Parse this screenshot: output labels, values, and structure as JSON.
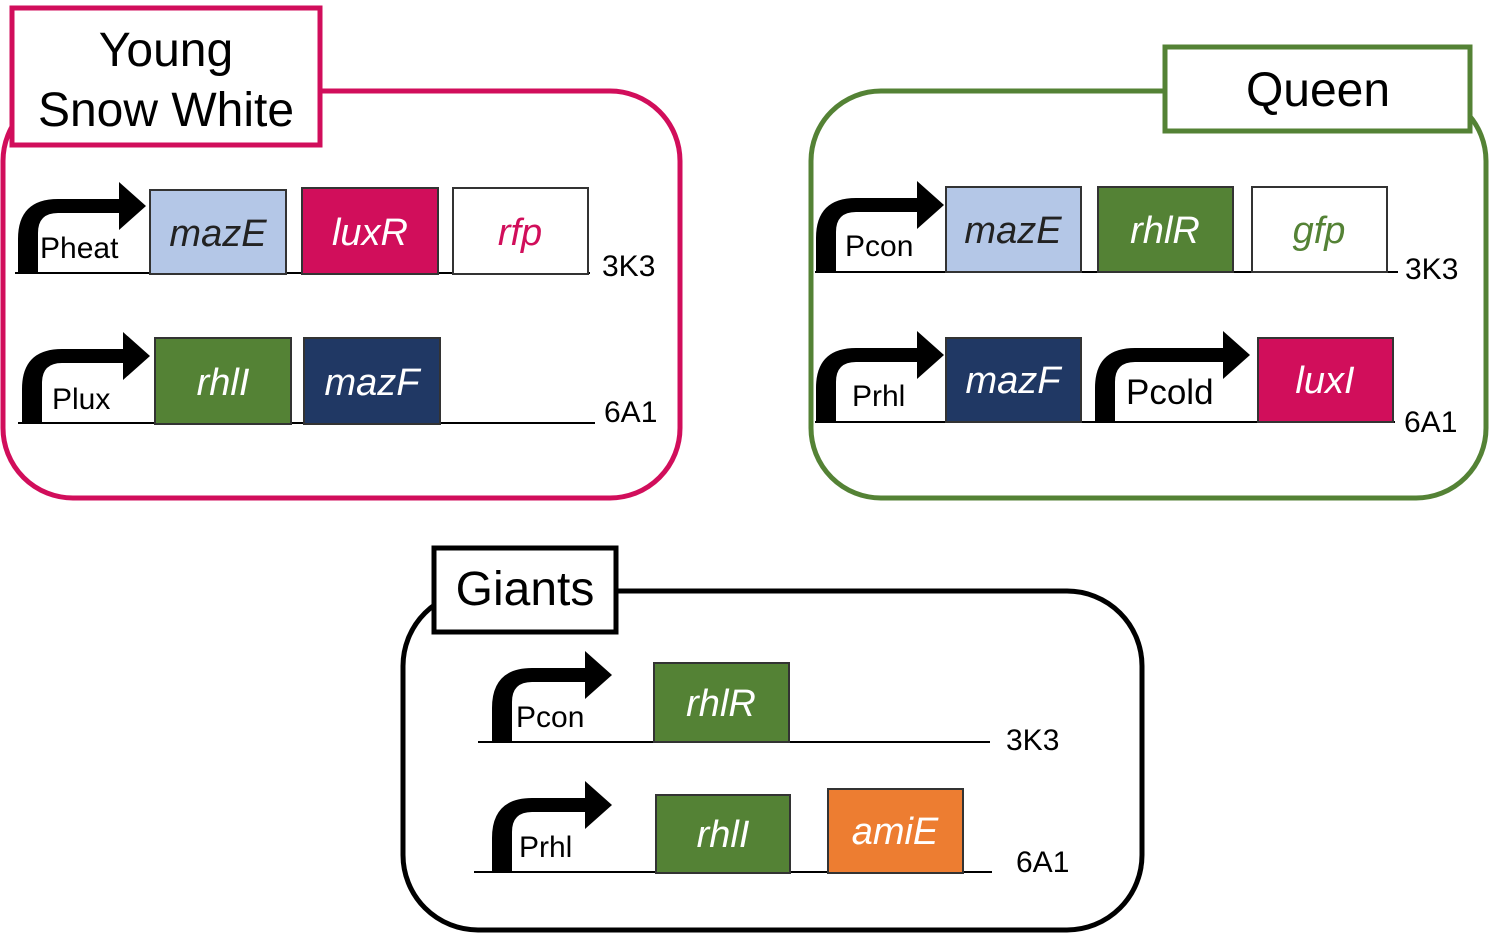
{
  "colors": {
    "snow_white": "#d10e5b",
    "queen": "#548235",
    "giants": "#000000",
    "mazE_fill": "#b4c7e7",
    "mazE_text": "#222222",
    "mazF_fill": "#203864",
    "luxR_fill": "#d10e5b",
    "luxI_fill": "#d10e5b",
    "rhlR_fill": "#548235",
    "rhlI_fill": "#548235",
    "amiE_fill": "#ed7d31",
    "rfp_fill": "#ffffff",
    "rfp_text": "#d10e5b",
    "gfp_fill": "#ffffff",
    "gfp_text": "#548235",
    "light_text": "#ffffff"
  },
  "snow_white": {
    "title_line1": "Young",
    "title_line2": "Snow White",
    "construct_1": {
      "promoter": "Pheat",
      "genes": [
        "mazE",
        "luxR",
        "rfp"
      ],
      "backbone": "3K3"
    },
    "construct_2": {
      "promoter": "Plux",
      "genes": [
        "rhlI",
        "mazF"
      ],
      "backbone": "6A1"
    }
  },
  "queen": {
    "title": "Queen",
    "construct_1": {
      "promoter": "Pcon",
      "genes": [
        "mazE",
        "rhlR",
        "gfp"
      ],
      "backbone": "3K3"
    },
    "construct_2": {
      "promoters": [
        "Prhl",
        "Pcold"
      ],
      "genes": [
        "mazF",
        "luxI"
      ],
      "backbone": "6A1"
    }
  },
  "giants": {
    "title": "Giants",
    "construct_1": {
      "promoter": "Pcon",
      "genes": [
        "rhlR"
      ],
      "backbone": "3K3"
    },
    "construct_2": {
      "promoter": "Prhl",
      "genes": [
        "rhlI",
        "amiE"
      ],
      "backbone": "6A1"
    }
  }
}
